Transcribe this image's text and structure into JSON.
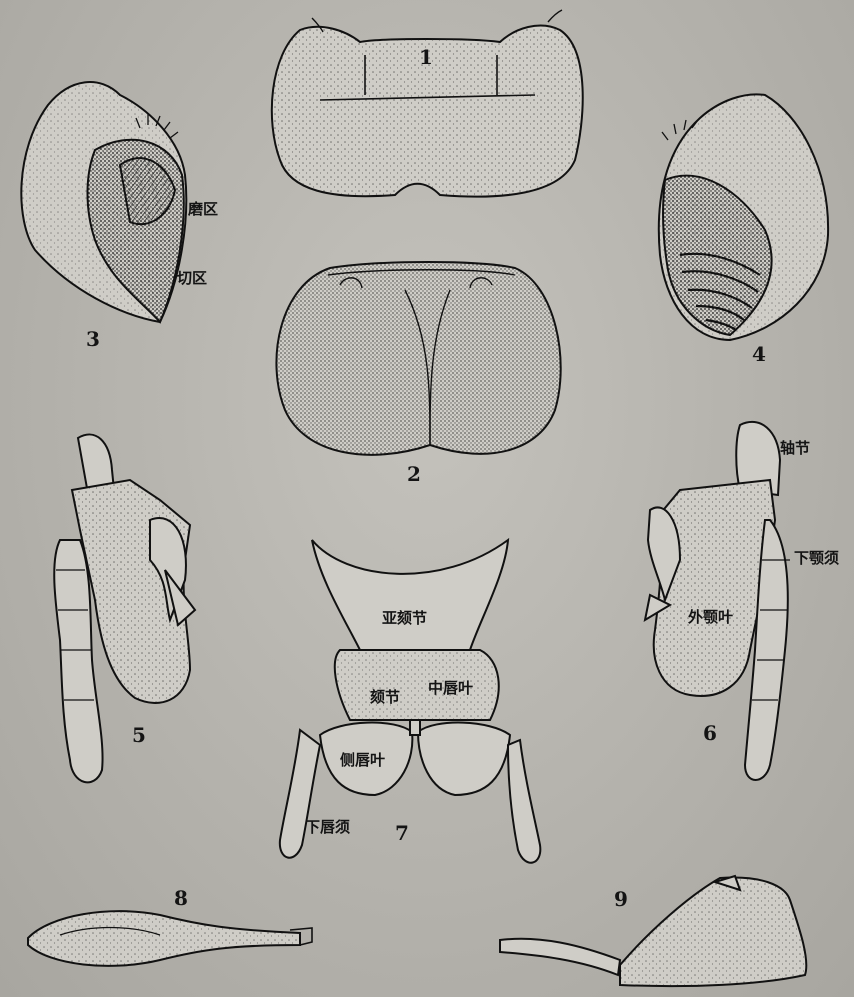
{
  "figures": [
    {
      "number": "1"
    },
    {
      "number": "2"
    },
    {
      "number": "3"
    },
    {
      "number": "4"
    },
    {
      "number": "5"
    },
    {
      "number": "6"
    },
    {
      "number": "7"
    },
    {
      "number": "8"
    },
    {
      "number": "9"
    }
  ],
  "labels": {
    "mola": "磨区",
    "incisor": "切区",
    "cardo": "轴节",
    "maxillary_palp": "下颚须",
    "galea": "外颚叶",
    "submentum": "亚颏节",
    "mentum": "颏节",
    "glossa": "中唇叶",
    "paraglossa": "侧唇叶",
    "labial_palp": "下唇须"
  },
  "colors": {
    "paper": "#b5b3ad",
    "ink": "#141414",
    "fill": "#cfcdc7"
  }
}
